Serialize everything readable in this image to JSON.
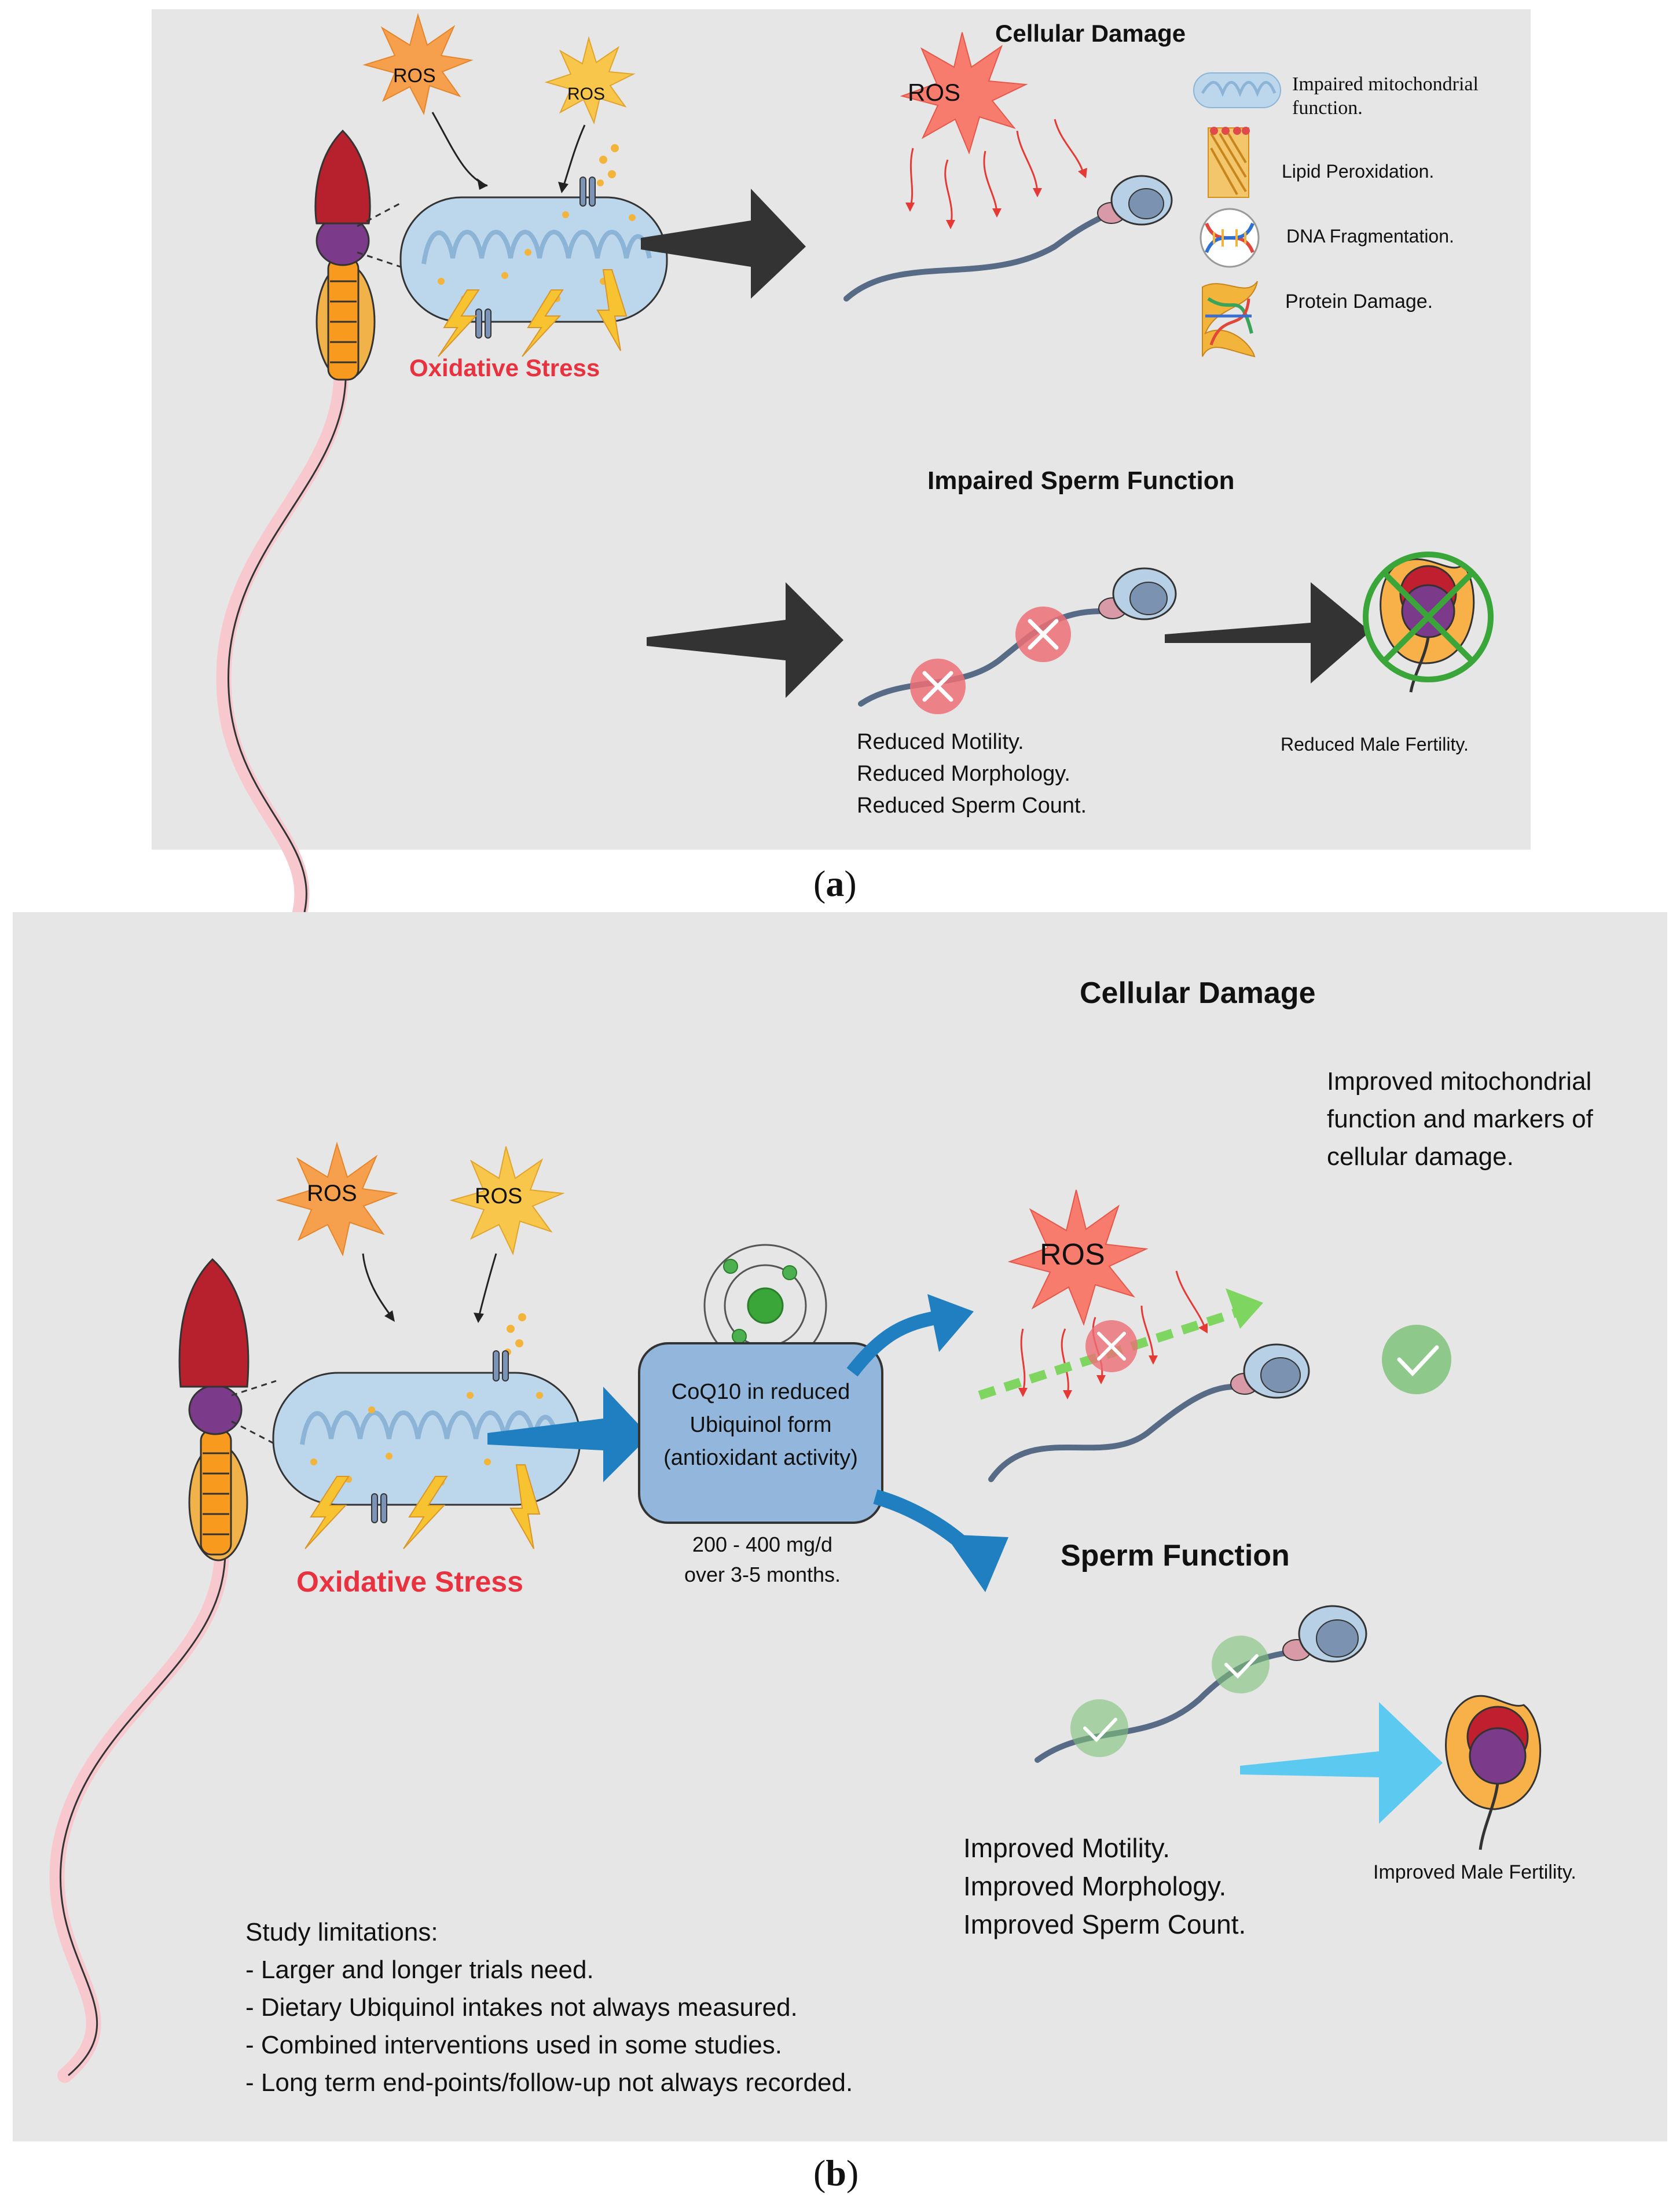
{
  "panel_a": {
    "caption": "a",
    "ros_label_1": "ROS",
    "ros_label_2": "ROS",
    "ros_label_damage": "ROS",
    "oxidative_stress": "Oxidative Stress",
    "cellular_damage_title": "Cellular Damage",
    "damage_items": [
      "Impaired mitochondrial function.",
      "Lipid Peroxidation.",
      "DNA Fragmentation.",
      "Protein Damage."
    ],
    "impaired_function_title": "Impaired Sperm Function",
    "reduced_outcomes": [
      "Reduced  Motility.",
      "Reduced Morphology.",
      "Reduced Sperm Count."
    ],
    "reduced_fertility": "Reduced Male Fertility."
  },
  "panel_b": {
    "caption": "b",
    "ros_label_1": "ROS",
    "ros_label_2": "ROS",
    "ros_label_damage": "ROS",
    "oxidative_stress": "Oxidative Stress",
    "coq10_box": [
      "CoQ10 in reduced",
      "Ubiquinol form",
      "(antioxidant activity)"
    ],
    "dose": [
      "200 - 400 mg/d",
      "over 3-5 months."
    ],
    "cellular_damage_title": "Cellular Damage",
    "improved_mito": [
      "Improved  mitochondrial",
      "function and markers of",
      "cellular damage."
    ],
    "sperm_function_title": "Sperm Function",
    "improved_outcomes": [
      "Improved Motility.",
      "Improved Morphology.",
      "Improved Sperm Count."
    ],
    "improved_fertility": "Improved Male Fertility.",
    "limitations_title": "Study limitations:",
    "limitations": [
      "- Larger and longer trials need.",
      "- Dietary Ubiquinol intakes not always measured.",
      "- Combined interventions used in some studies.",
      "- Long term end-points/follow-up not always recorded."
    ]
  },
  "colors": {
    "panel_bg": "#e6e6e6",
    "ros_orange": "#f6a04d",
    "ros_yellow": "#f8c64a",
    "ros_red": "#f77c6e",
    "oxidative_red": "#e8323f",
    "mito_blue": "#bcd7ec",
    "arrow_dark": "#333333",
    "arrow_blue": "#1f7fc0",
    "arrow_light_blue": "#5ccaf0",
    "check_green": "#7ec27a",
    "cross_red": "#ec6e76"
  }
}
